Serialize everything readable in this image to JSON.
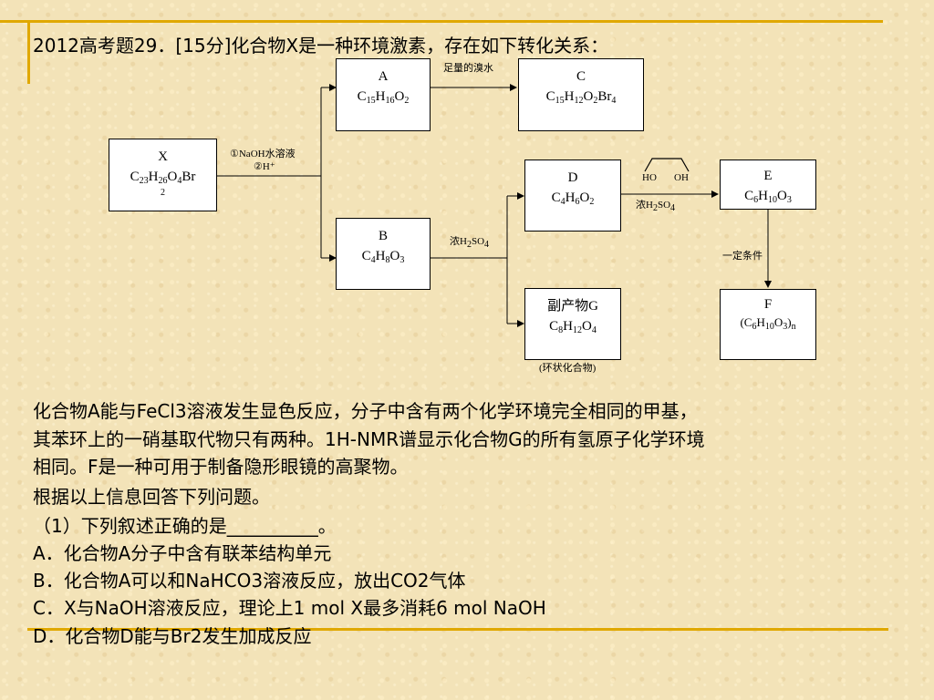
{
  "title": "2012高考题29．[15分]化合物X是一种环境激素，存在如下转化关系：",
  "nodes": {
    "X": {
      "name": "X",
      "formula": [
        [
          "C",
          ""
        ],
        [
          "23",
          "s"
        ],
        [
          "H",
          ""
        ],
        [
          "26",
          "s"
        ],
        [
          "O",
          ""
        ],
        [
          "4",
          "s"
        ],
        [
          "Br",
          ""
        ]
      ],
      "tail": "2"
    },
    "A": {
      "name": "A",
      "formula": [
        [
          "C",
          ""
        ],
        [
          "15",
          "s"
        ],
        [
          "H",
          ""
        ],
        [
          "16",
          "s"
        ],
        [
          "O",
          ""
        ],
        [
          "2",
          "s"
        ]
      ]
    },
    "C": {
      "name": "C",
      "formula": [
        [
          "C",
          ""
        ],
        [
          "15",
          "s"
        ],
        [
          "H",
          ""
        ],
        [
          "12",
          "s"
        ],
        [
          "O",
          ""
        ],
        [
          "2",
          "s"
        ],
        [
          "Br",
          ""
        ],
        [
          "4",
          "s"
        ]
      ]
    },
    "B": {
      "name": "B",
      "formula": [
        [
          "C",
          ""
        ],
        [
          "4",
          "s"
        ],
        [
          "H",
          ""
        ],
        [
          "8",
          "s"
        ],
        [
          "O",
          ""
        ],
        [
          "3",
          "s"
        ]
      ]
    },
    "D": {
      "name": "D",
      "formula": [
        [
          "C",
          ""
        ],
        [
          "4",
          "s"
        ],
        [
          "H",
          ""
        ],
        [
          "6",
          "s"
        ],
        [
          "O",
          ""
        ],
        [
          "2",
          "s"
        ]
      ]
    },
    "E": {
      "name": "E",
      "formula": [
        [
          "C",
          ""
        ],
        [
          "6",
          "s"
        ],
        [
          "H",
          ""
        ],
        [
          "10",
          "s"
        ],
        [
          "O",
          ""
        ],
        [
          "3",
          "s"
        ]
      ]
    },
    "G": {
      "name": "副产物G",
      "formula": [
        [
          "C",
          ""
        ],
        [
          "8",
          "s"
        ],
        [
          "H",
          ""
        ],
        [
          "12",
          "s"
        ],
        [
          "O",
          ""
        ],
        [
          "4",
          "s"
        ]
      ]
    },
    "F": {
      "name": "F",
      "formula": [
        [
          "(C",
          ""
        ],
        [
          "6",
          "s"
        ],
        [
          "H",
          ""
        ],
        [
          "10",
          "s"
        ],
        [
          "O",
          ""
        ],
        [
          "3",
          "s"
        ],
        [
          ")",
          ""
        ],
        [
          "n",
          "s"
        ]
      ]
    }
  },
  "labels": {
    "x_to_ab_1": "①NaOH水溶液",
    "x_to_ab_2": "②H⁺",
    "a_to_c": "足量的溴水",
    "b_cond": [
      [
        "浓H",
        ""
      ],
      [
        "2",
        "s"
      ],
      [
        "SO",
        ""
      ],
      [
        "4",
        "s"
      ]
    ],
    "d_to_e_cond": [
      [
        "浓H",
        ""
      ],
      [
        "2",
        "s"
      ],
      [
        "SO",
        ""
      ],
      [
        "4",
        "s"
      ]
    ],
    "diol_ho": "HO",
    "diol_oh": "OH",
    "e_to_f": "一定条件",
    "g_note": "(环状化合物)"
  },
  "text": [
    "化合物A能与FeCl3溶液发生显色反应，分子中含有两个化学环境完全相同的甲基，",
    "其苯环上的一硝基取代物只有两种。1H-NMR谱显示化合物G的所有氢原子化学环境",
    "相同。F是一种可用于制备隐形眼镜的高聚物。",
    "根据以上信息回答下列问题。",
    "（1）下列叙述正确的是__________。",
    "A．化合物A分子中含有联苯结构单元",
    "B．化合物A可以和NaHCO3溶液反应，放出CO2气体",
    "C．X与NaOH溶液反应，理论上1 mol X最多消耗6 mol NaOH",
    "D．化合物D能与Br2发生加成反应"
  ],
  "colors": {
    "accent": "#e0a800",
    "background": "#f3e3b8"
  }
}
